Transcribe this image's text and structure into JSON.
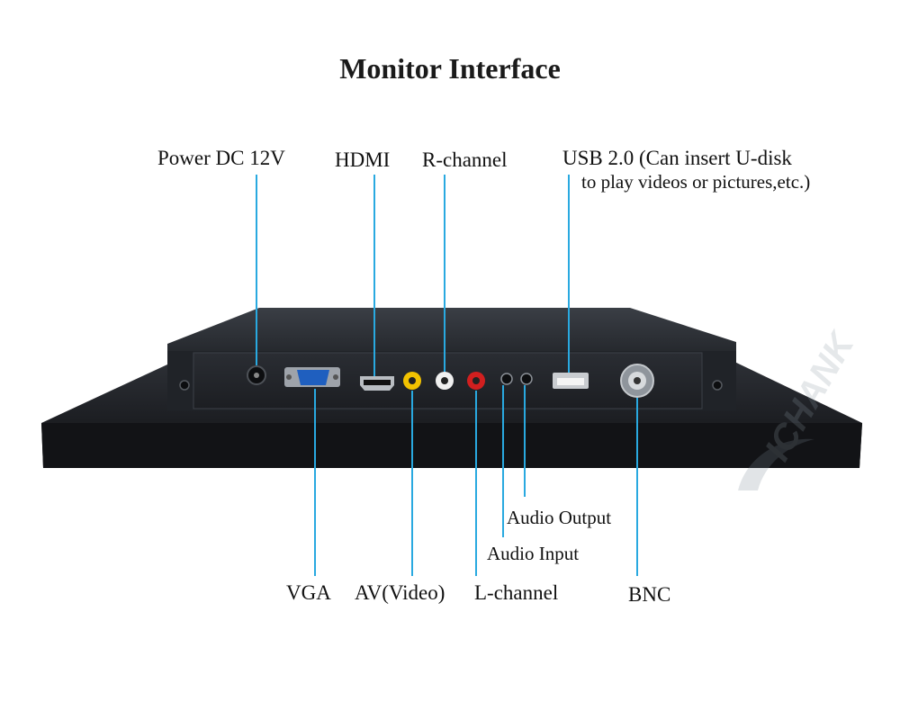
{
  "title": "Monitor Interface",
  "labels": {
    "power": "Power DC 12V",
    "hdmi": "HDMI",
    "r_channel": "R-channel",
    "usb_line1": "USB 2.0 (Can insert U-disk",
    "usb_line2": "to play videos or pictures,etc.)",
    "vga": "VGA",
    "av_video": "AV(Video)",
    "l_channel": "L-channel",
    "audio_input": "Audio Input",
    "audio_output": "Audio Output",
    "bnc": "BNC"
  },
  "watermark": "ICHANK",
  "colors": {
    "leader_line": "#29a9e0",
    "bezel": "#17191d",
    "panel": "#23262b",
    "port_yellow": "#f2c200",
    "port_red": "#d11f1f",
    "port_white": "#f0f0f0"
  }
}
